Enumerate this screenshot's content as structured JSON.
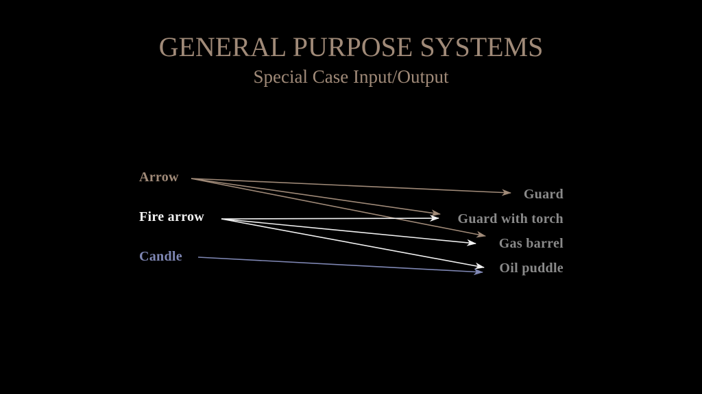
{
  "slide": {
    "title": "GENERAL PURPOSE SYSTEMS",
    "subtitle": "Special Case Input/Output"
  },
  "inputs": [
    {
      "id": "arrow",
      "label": "Arrow",
      "color": "#a08a78"
    },
    {
      "id": "fire",
      "label": "Fire arrow",
      "color": "#f2f2f2"
    },
    {
      "id": "candle",
      "label": "Candle",
      "color": "#7f87b4"
    }
  ],
  "outputs": [
    {
      "id": "guard",
      "label": "Guard"
    },
    {
      "id": "torch",
      "label": "Guard with torch"
    },
    {
      "id": "gas",
      "label": "Gas barrel"
    },
    {
      "id": "oil",
      "label": "Oil puddle"
    }
  ],
  "output_color": "#8a8a8a",
  "edges": [
    {
      "from": "arrow",
      "to": "guard"
    },
    {
      "from": "arrow",
      "to": "torch"
    },
    {
      "from": "arrow",
      "to": "gas"
    },
    {
      "from": "fire",
      "to": "torch"
    },
    {
      "from": "fire",
      "to": "gas"
    },
    {
      "from": "fire",
      "to": "oil"
    },
    {
      "from": "candle",
      "to": "oil"
    }
  ]
}
